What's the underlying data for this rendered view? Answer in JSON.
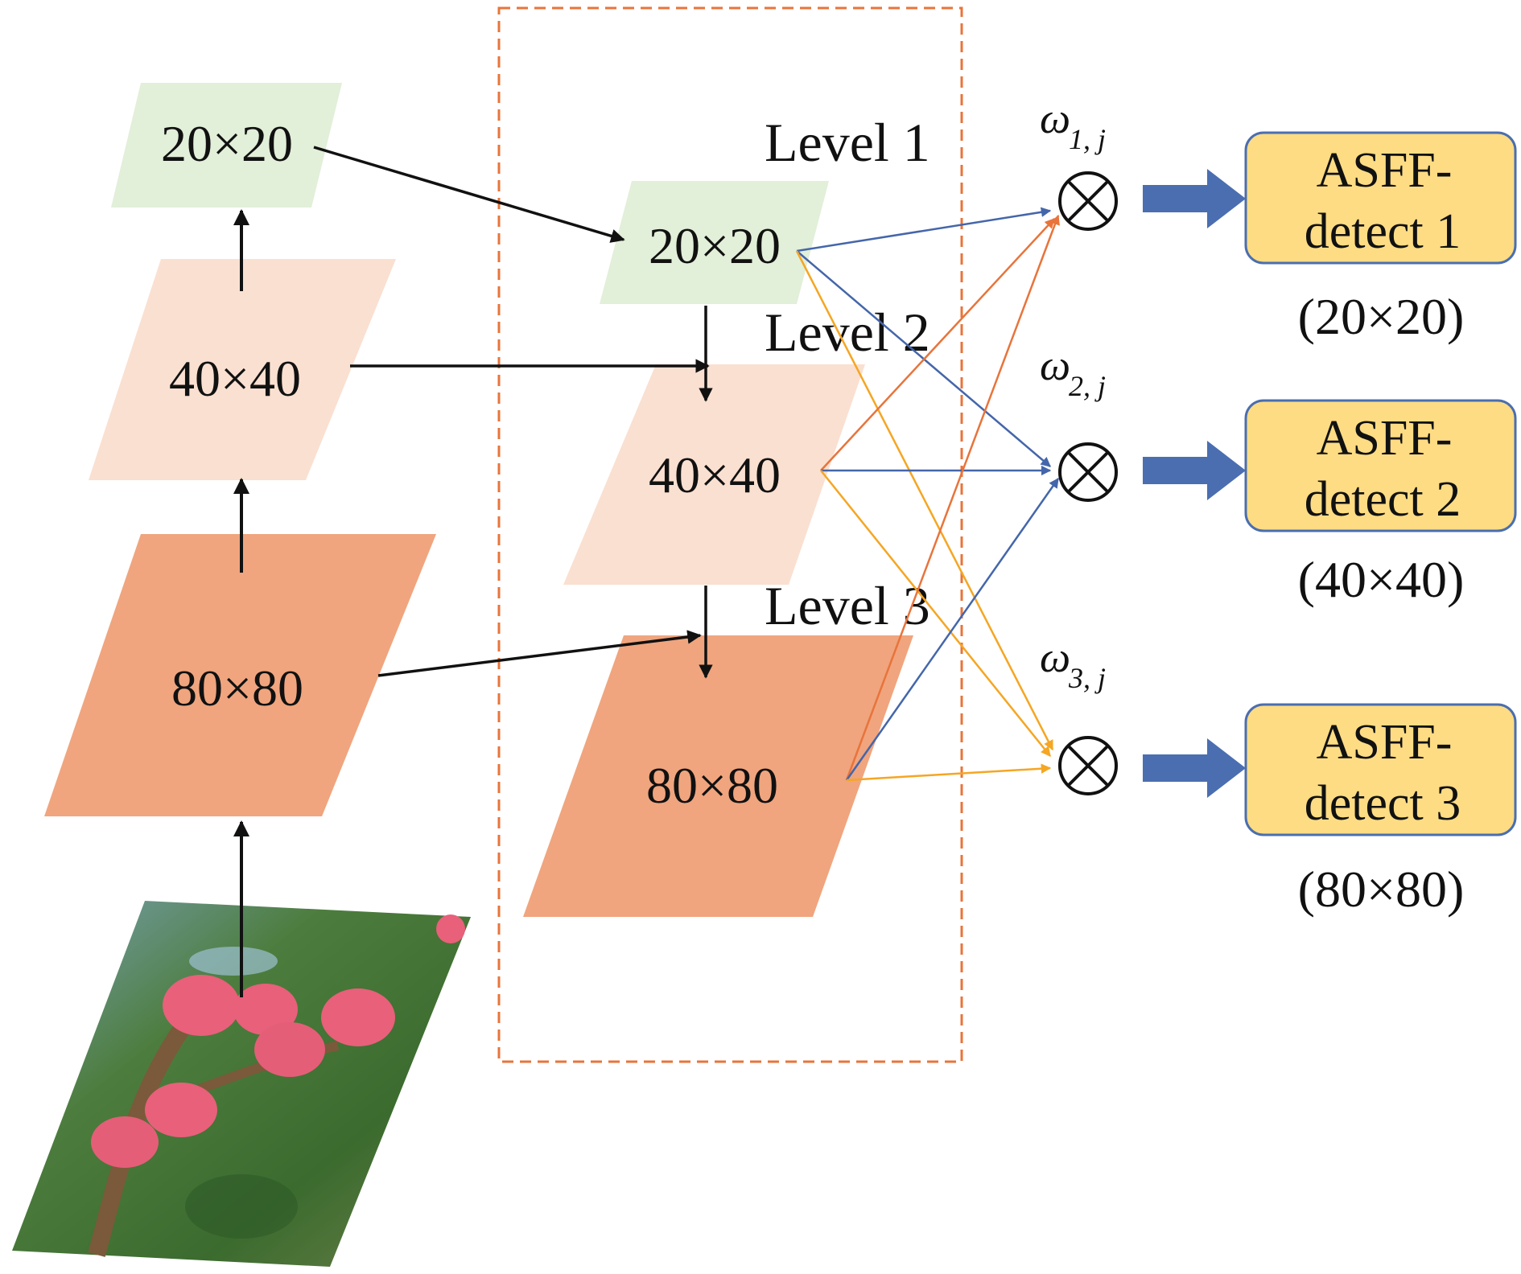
{
  "backbone": {
    "top_label": "20×20",
    "mid_label": "40×40",
    "bottom_label": "80×80"
  },
  "fusion": {
    "level1_label": "Level 1",
    "level2_label": "Level 2",
    "level3_label": "Level 3",
    "level1_size": "20×20",
    "level2_size": "40×40",
    "level3_size": "80×80"
  },
  "weights": [
    {
      "symbol": "ω",
      "subscript": "1, j"
    },
    {
      "symbol": "ω",
      "subscript": "2, j"
    },
    {
      "symbol": "ω",
      "subscript": "3, j"
    }
  ],
  "multiply_symbol": "⊗",
  "outputs": [
    {
      "line1": "ASFF-",
      "line2": "detect 1",
      "size": "(20×20)"
    },
    {
      "line1": "ASFF-",
      "line2": "detect 2",
      "size": "(40×40)"
    },
    {
      "line1": "ASFF-",
      "line2": "detect 3",
      "size": "(80×80)"
    }
  ],
  "colors": {
    "level1_fill": "#e2efd9",
    "level2_fill": "#fae0d1",
    "level3_fill": "#f0a57e",
    "dashed_box": "#e8743b",
    "line_from_level1": "#4466aa",
    "line_from_level2": "#e8743b",
    "line_from_level3": "#f5a623",
    "output_arrow": "#4a6eb0",
    "output_box_fill": "#fddc84",
    "output_box_stroke": "#4a6eb0"
  }
}
